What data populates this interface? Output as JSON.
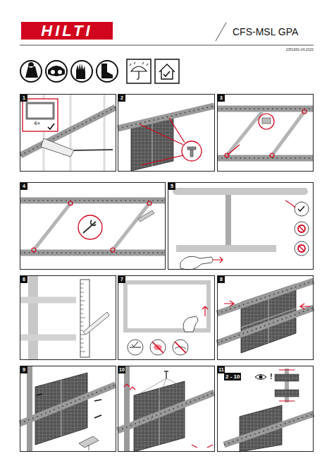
{
  "diagram": {
    "title": "CFS-MSL GPA",
    "nodes": [
      {
        "text": [
          "1"
        ]
      },
      {
        "text": [
          "2"
        ]
      },
      {
        "text": [
          "3"
        ]
      },
      {
        "text": [
          "4"
        ]
      },
      {
        "text": [
          "5"
        ]
      },
      {
        "text": [
          "6"
        ]
      },
      {
        "text": [
          "7"
        ]
      },
      {
        "text": [
          "8"
        ]
      },
      {
        "text": [
          "9"
        ]
      },
      {
        "text": [
          "10"
        ]
      },
      {
        "text": [
          "11"
        ]
      }
    ],
    "labels": [
      "HILTI",
      "2351691-04.2022",
      "4×",
      "2 - 10",
      "!"
    ]
  }
}
